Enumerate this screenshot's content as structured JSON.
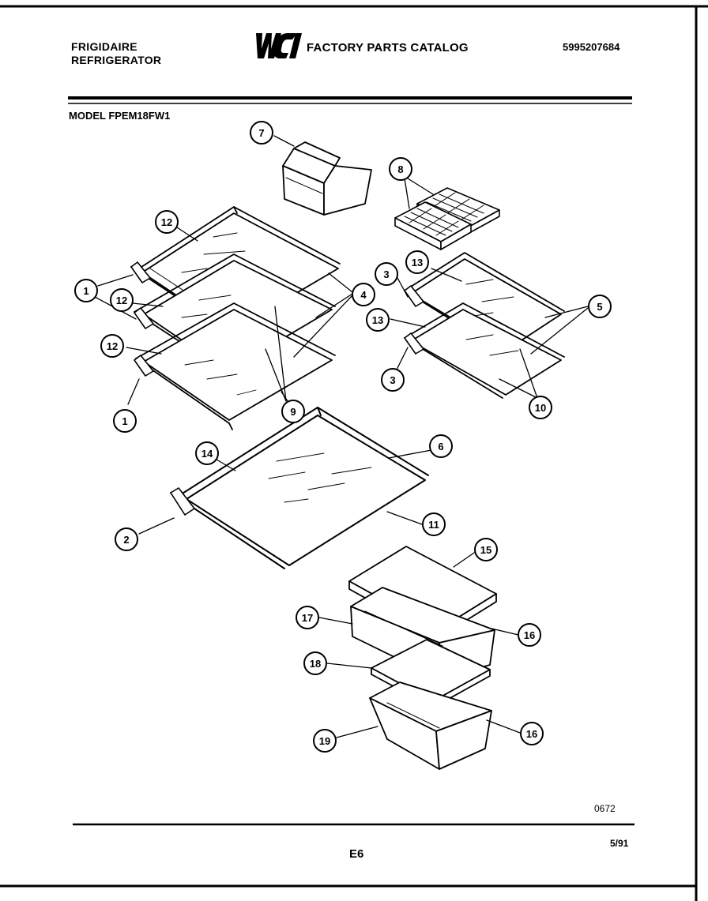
{
  "header": {
    "brand_line1": "FRIGIDAIRE",
    "brand_line2": "REFRIGERATOR",
    "logo_text": "WCI",
    "catalog_title": "FACTORY PARTS CATALOG",
    "part_number": "5995207684",
    "model": "MODEL FPEM18FW1"
  },
  "callouts": [
    "7",
    "8",
    "12",
    "1",
    "12",
    "4",
    "12",
    "9",
    "1",
    "13",
    "3",
    "5",
    "13",
    "3",
    "10",
    "14",
    "6",
    "2",
    "11",
    "15",
    "17",
    "16",
    "18",
    "19",
    "16"
  ],
  "footer": {
    "drawing_number": "0672",
    "page": "E6",
    "date": "5/91"
  }
}
